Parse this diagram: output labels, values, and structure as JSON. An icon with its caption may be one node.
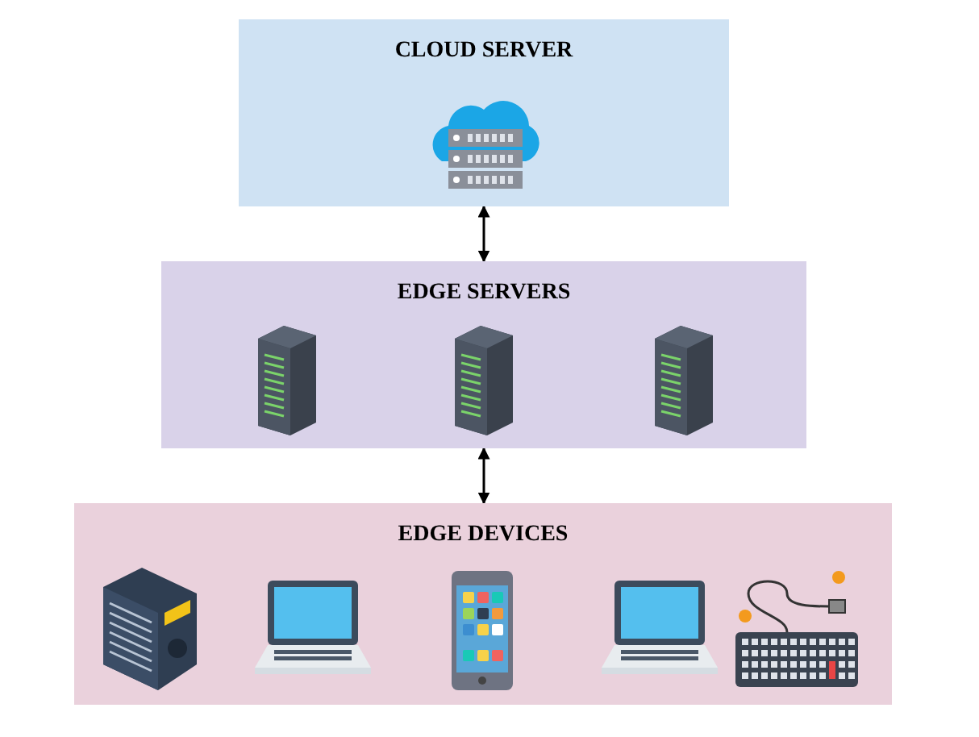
{
  "diagram": {
    "nodes": [
      {
        "text": [
          "CLOUD SERVER"
        ]
      },
      {
        "text": [
          "EDGE SERVERS"
        ]
      },
      {
        "text": [
          "EDGE DEVICES"
        ]
      }
    ],
    "edges": [
      {
        "from": 0,
        "to": 1,
        "arrow": "both"
      },
      {
        "from": 1,
        "to": 2,
        "arrow": "both"
      }
    ]
  }
}
